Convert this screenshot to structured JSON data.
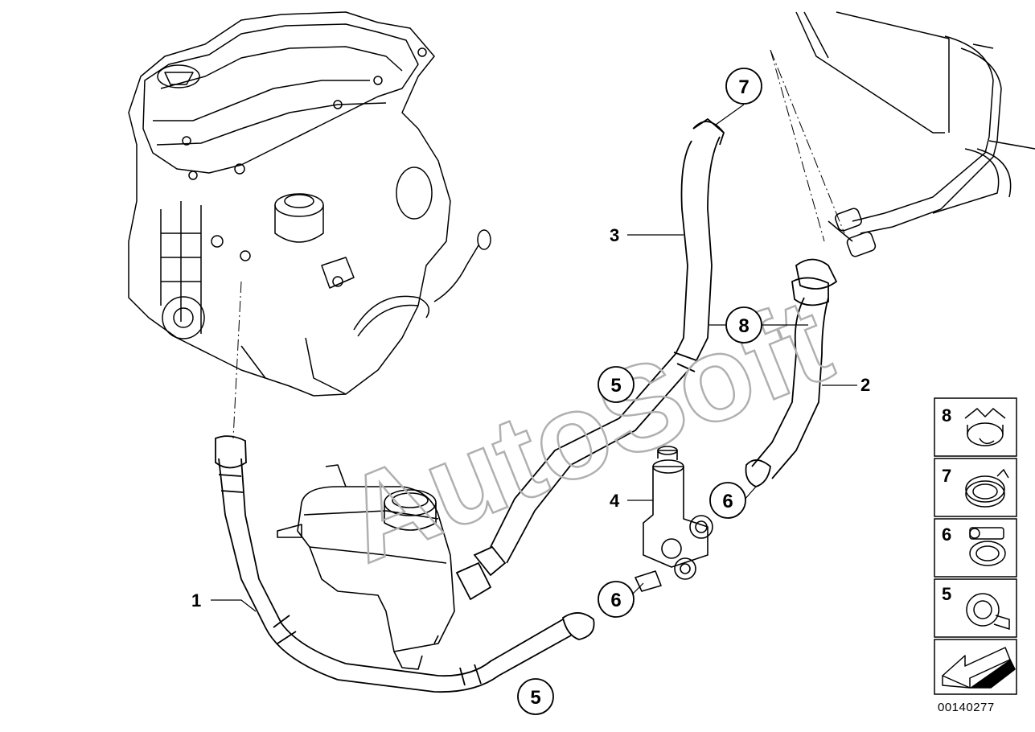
{
  "watermark": "AutoSoft",
  "diagram_number": "00140277",
  "callouts": {
    "hose_1": "1",
    "hose_2": "2",
    "hose_3": "3",
    "valve_4": "4"
  },
  "circled_callouts": {
    "clamp_7_top": "7",
    "clamp_8_mid": "8",
    "clamp_5_upper": "5",
    "clamp_6_right": "6",
    "clamp_6_lower": "6",
    "clamp_5_bottom": "5"
  },
  "legend": [
    {
      "label": "8",
      "icon": "spring-band-clamp-icon"
    },
    {
      "label": "7",
      "icon": "hose-clamp-icon"
    },
    {
      "label": "6",
      "icon": "worm-clamp-icon"
    },
    {
      "label": "5",
      "icon": "hose-clip-icon"
    }
  ],
  "colors": {
    "line": "#000000",
    "watermark": "#b0b0b0",
    "background": "#ffffff"
  }
}
